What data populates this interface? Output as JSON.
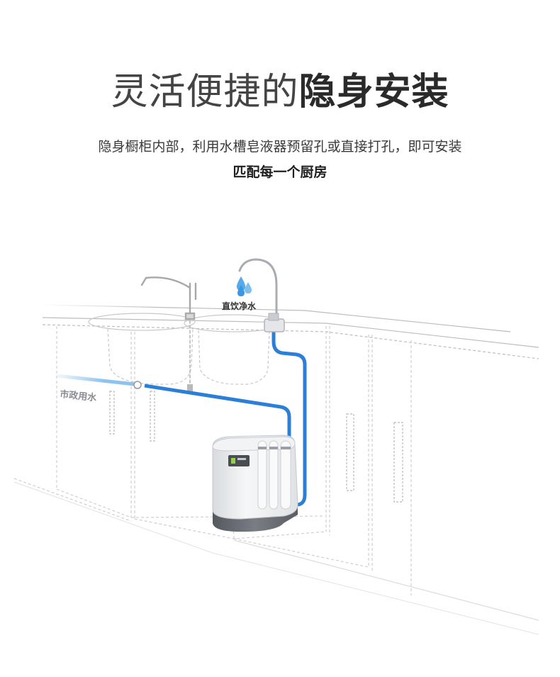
{
  "headline": {
    "light": "灵活便捷的",
    "bold": "隐身安装"
  },
  "subtitle": {
    "line1": "隐身橱柜内部，利用水槽皂液器预留孔或直接打孔，即可安装",
    "line2": "匹配每一个厨房"
  },
  "illustration": {
    "label_drinking": "直饮净水",
    "label_tap": "市政用水",
    "colors": {
      "pipe_blue": "#2b7fd6",
      "pipe_light": "#8ec3ef",
      "drop": "#56a9ea",
      "purifier_body": "#eceef0",
      "purifier_base": "#6c6f75"
    }
  }
}
